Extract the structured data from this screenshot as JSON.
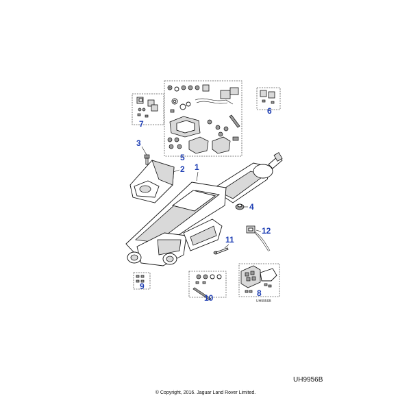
{
  "callouts": {
    "c1": "1",
    "c2": "2",
    "c3": "3",
    "c4": "4",
    "c5": "5",
    "c6": "6",
    "c7": "7",
    "c8": "8",
    "c9": "9",
    "c10": "10",
    "c11": "11",
    "c12": "12"
  },
  "diagram_code_small": "UH9956B",
  "reference_code": "UH9956B",
  "copyright": "© Copyright, 2016. Jaguar Land Rover Limited.",
  "colors": {
    "callout": "#1f3fb4",
    "line": "#111111",
    "shade": "#d9d9d9"
  }
}
